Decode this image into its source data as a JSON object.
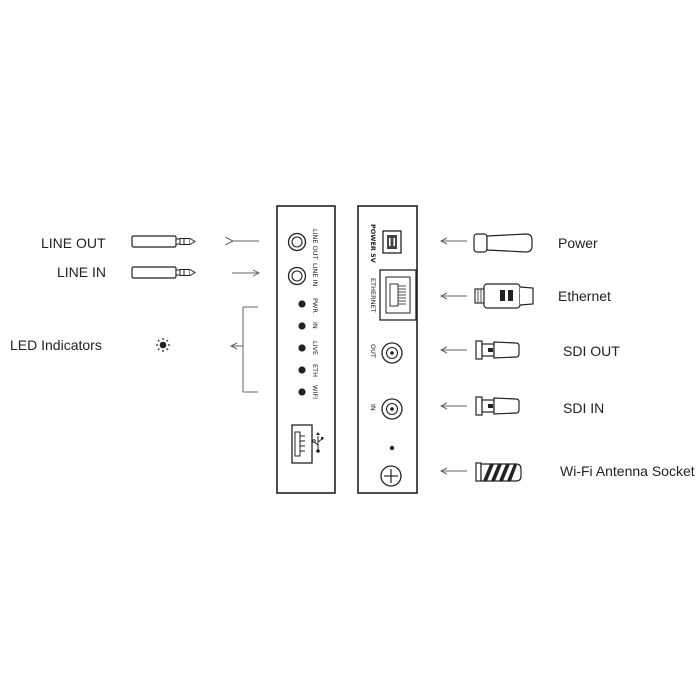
{
  "left_labels": {
    "line_out": "LINE OUT",
    "line_in": "LINE IN",
    "led_indicators": "LED Indicators"
  },
  "right_labels": {
    "power": "Power",
    "ethernet": "Ethernet",
    "sdi_out": "SDI OUT",
    "sdi_in": "SDI IN",
    "wifi_antenna": "Wi-Fi Antenna Socket"
  },
  "left_panel": {
    "line_out": "LINE OUT",
    "line_in": "LINE IN",
    "led_labels": [
      "PWR",
      "IN",
      "LIVE",
      "ETH",
      "WIFI"
    ],
    "usb_symbol": "⭍"
  },
  "right_panel": {
    "power": "POWER 5V",
    "ethernet": "ETHERNET",
    "out": "OUT",
    "in": "IN"
  },
  "colors": {
    "line": "#222222",
    "arrow": "#666666"
  }
}
